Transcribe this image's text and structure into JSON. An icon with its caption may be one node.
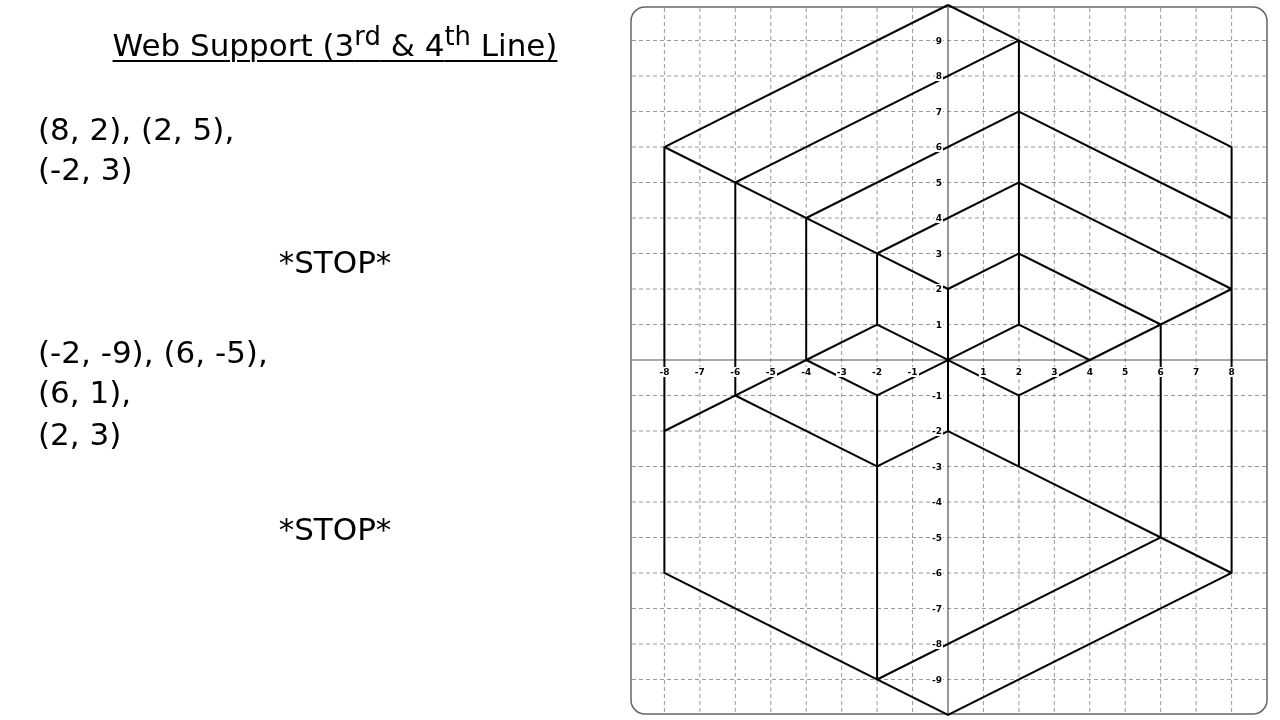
{
  "diagram": {
    "title": "Web Support (3$^{rd}$ & 4$^{th}$ Line)",
    "labels": [
      "(8, 2), (2, 5),",
      "(-2, 3)",
      "*STOP*",
      "(-2, -9), (6, -5),",
      "(6, 1),",
      "(2, 3)",
      "*STOP*",
      "9",
      "8",
      "7",
      "6",
      "5",
      "4",
      "3",
      "2",
      "1",
      "-8",
      "-7",
      "-6",
      "-5",
      "-4",
      "-3",
      "-2",
      "-1",
      "1",
      "2",
      "3",
      "4",
      "5",
      "6",
      "7",
      "8",
      "-1",
      "-2",
      "-3",
      "-4",
      "-5",
      "-6",
      "-7",
      "-8",
      "-9"
    ]
  }
}
